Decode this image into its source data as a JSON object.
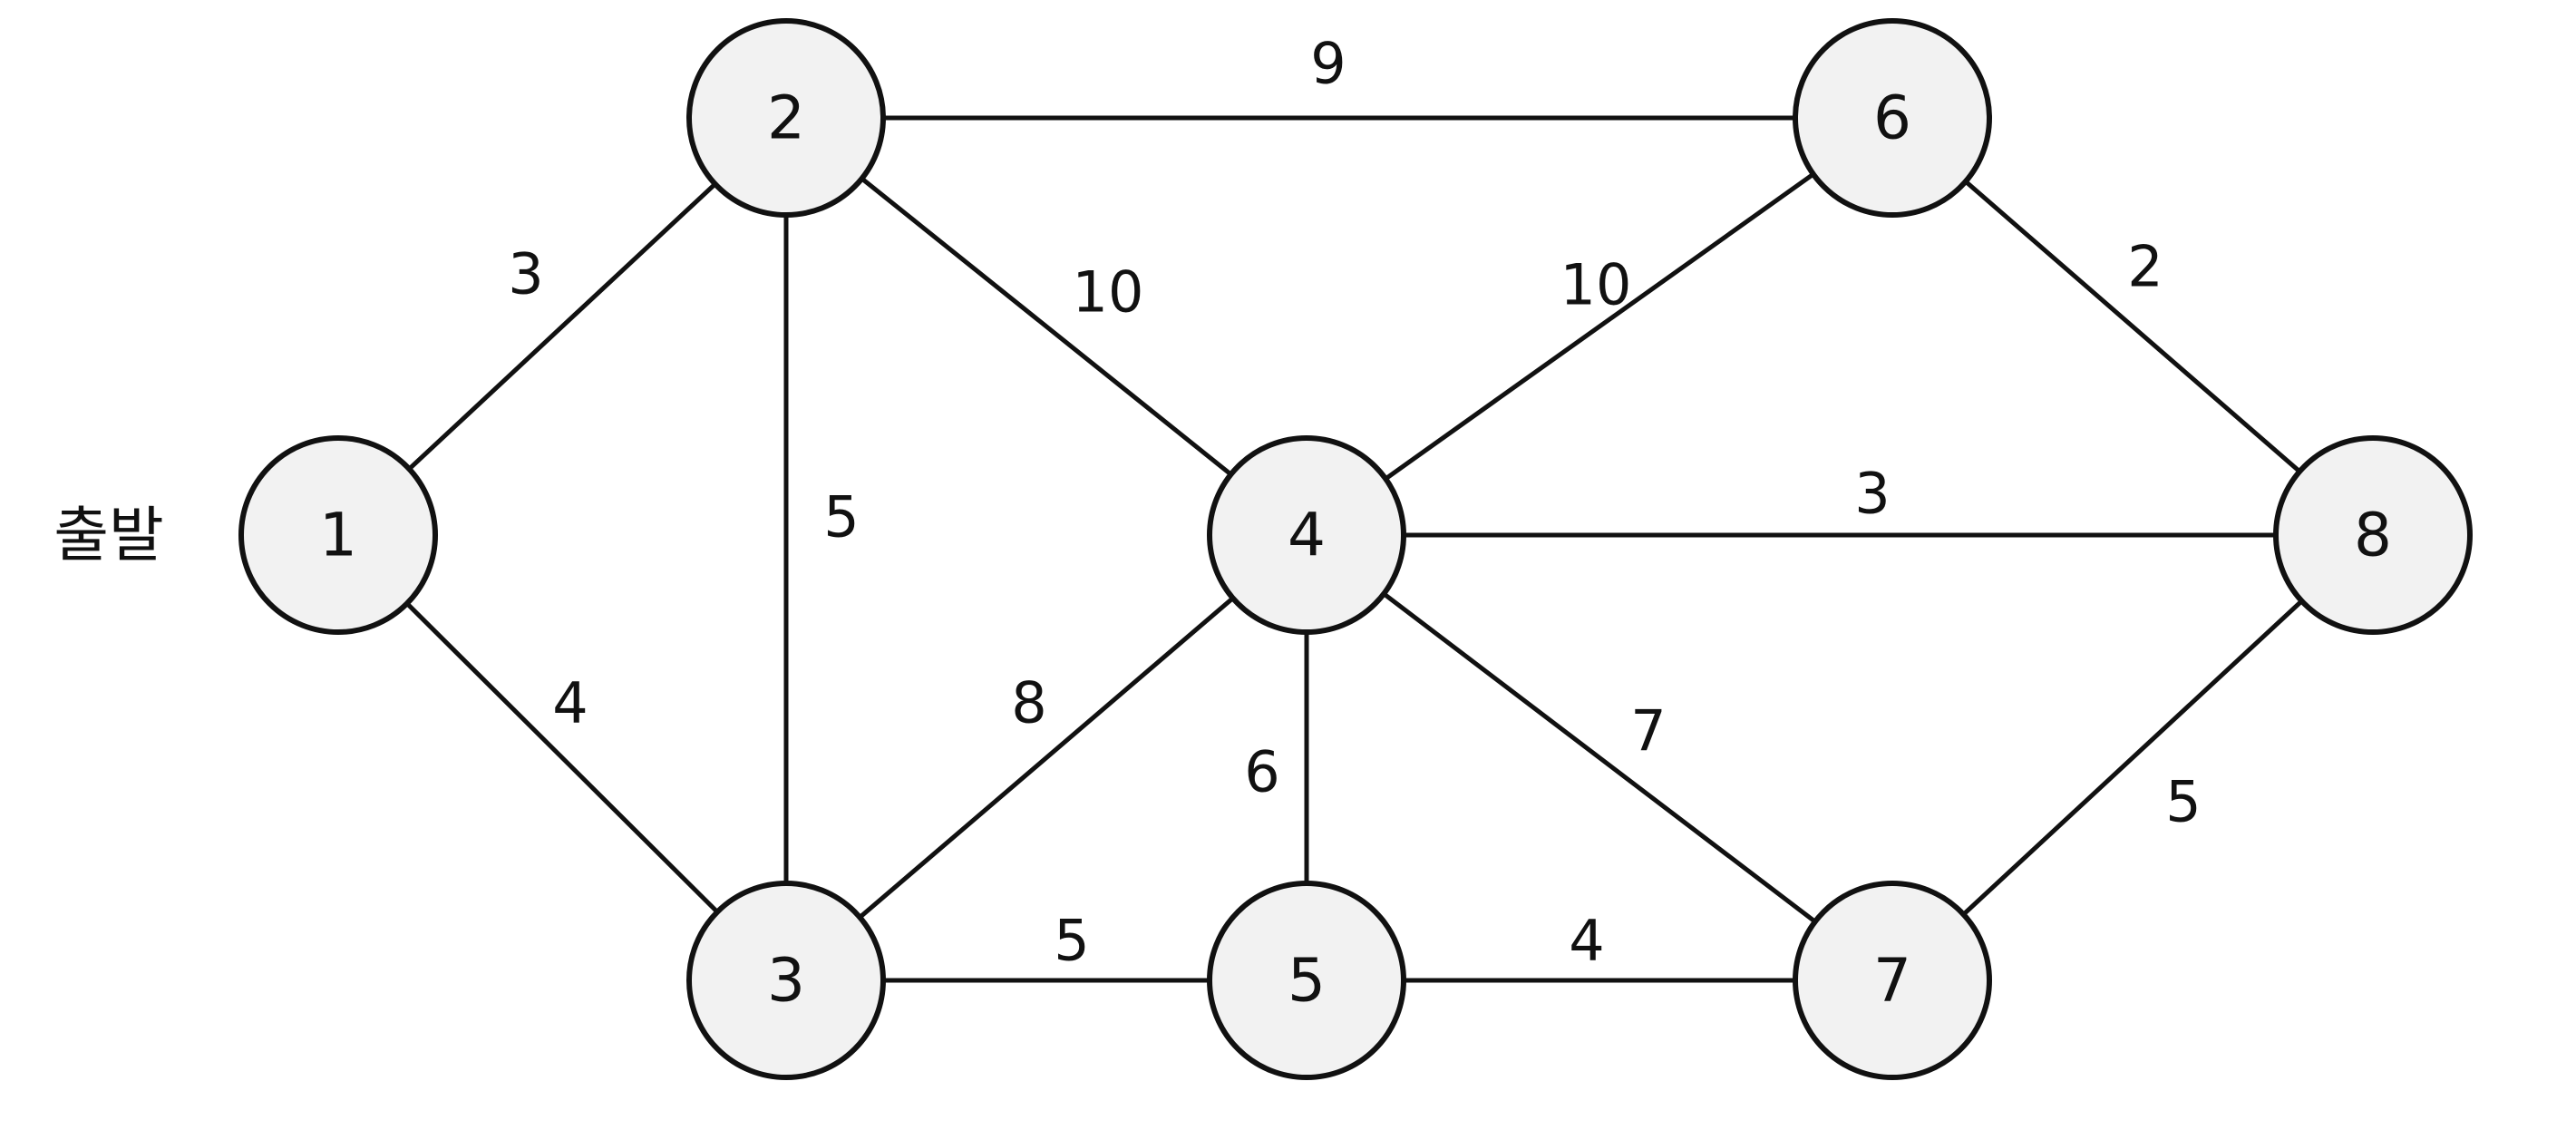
{
  "start_label": "출발",
  "nodes": [
    {
      "id": "1",
      "label": "1"
    },
    {
      "id": "2",
      "label": "2"
    },
    {
      "id": "3",
      "label": "3"
    },
    {
      "id": "4",
      "label": "4"
    },
    {
      "id": "5",
      "label": "5"
    },
    {
      "id": "6",
      "label": "6"
    },
    {
      "id": "7",
      "label": "7"
    },
    {
      "id": "8",
      "label": "8"
    }
  ],
  "edges": [
    {
      "from": "1",
      "to": "2",
      "weight": "3"
    },
    {
      "from": "1",
      "to": "3",
      "weight": "4"
    },
    {
      "from": "2",
      "to": "3",
      "weight": "5"
    },
    {
      "from": "2",
      "to": "4",
      "weight": "10"
    },
    {
      "from": "2",
      "to": "6",
      "weight": "9"
    },
    {
      "from": "3",
      "to": "4",
      "weight": "8"
    },
    {
      "from": "3",
      "to": "5",
      "weight": "5"
    },
    {
      "from": "4",
      "to": "5",
      "weight": "6"
    },
    {
      "from": "4",
      "to": "6",
      "weight": "10"
    },
    {
      "from": "4",
      "to": "7",
      "weight": "7"
    },
    {
      "from": "4",
      "to": "8",
      "weight": "3"
    },
    {
      "from": "5",
      "to": "7",
      "weight": "4"
    },
    {
      "from": "6",
      "to": "8",
      "weight": "2"
    },
    {
      "from": "7",
      "to": "8",
      "weight": "5"
    }
  ]
}
